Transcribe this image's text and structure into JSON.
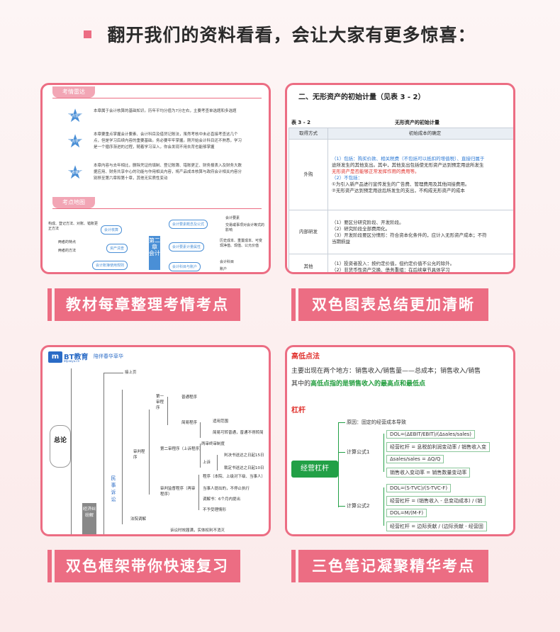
{
  "heading": "翻开我们的资料看看，会让大家有更多惊喜：",
  "labels": [
    "教材每章整理考情考点",
    "双色图表总结更加清晰",
    "双色框架带你快速复习",
    "三色笔记凝聚精华考点"
  ],
  "card1": {
    "tag1": "考情雷达",
    "tag2": "考点地图",
    "stars": [
      "考点雷达",
      "考点学习",
      "备考策略"
    ],
    "paras": [
      "本章属于会计核算的基础知识。历年平均分值为7分左右，主要考查单选题和多选题",
      "本章要重点掌握会计要素、会计科目及借贷记账法，虽然考核中未必直接考查这几个点，但是学习后续内容的重要基础。务必要牢牢掌握。刚开始会计科目还不熟悉，学习是一个循序渐进的过程，随着学习深入，你会发现不用去背也能够掌握",
      "本章内容与去年相比，删除凭证的填制、登记账簿、错账更正、财务报表入及财务大数据应用、财务共享中心的功能与作用相关内容，将产品成本核算与政府会计相关内容分别移至第六章和第十章，其他无实质性变动"
    ],
    "mm_left": [
      "构成、登记方法、对账、错账更正方法",
      "两者的特点",
      "两者的方法"
    ],
    "mm_box": [
      "会计核算",
      "资产清查",
      "会计账簿使用规则"
    ],
    "chapter": "第二章 会计",
    "mm_right_box": [
      "会计要素概念及公式",
      "会计要素计量属性",
      "会计科目与账户"
    ],
    "mm_right": [
      "会计要素",
      "交易或事项对会计等式的影响",
      "历史成本、重置成本、可变现净值、现值、公允价值",
      "会计科目",
      "账户"
    ]
  },
  "card2": {
    "title": "二、无形资产的初始计量（见表 3 - 2）",
    "table_id": "表 3 - 2",
    "table_name": "无形资产的初始计量",
    "headers": [
      "取得方式",
      "初始成本的确定"
    ],
    "rows": [
      {
        "type": "外购",
        "lines": [
          {
            "cls": "blue",
            "t": "（1）包括：购买价款、相关税费（不包括可以抵扣的增值税）、直接归属于"
          },
          {
            "cls": "",
            "t": "途所发生的其他支出。其中，其他支出包括使无形资产达到预定用途所发生"
          },
          {
            "cls": "red",
            "t": "无形资产是否能够正常发挥作用的费用等。"
          },
          {
            "cls": "blue",
            "t": "（2）不包括："
          },
          {
            "cls": "",
            "t": "①为引入新产品进行宣传发生的广告费、管理费用及其他间接费用。"
          },
          {
            "cls": "",
            "t": "②无形资产达到预定用途后所发生的支出，不构成无形资产的成本"
          }
        ]
      },
      {
        "type": "内部研发",
        "lines": [
          {
            "cls": "",
            "t": "（1）要区分研究阶段、开发阶段。"
          },
          {
            "cls": "",
            "t": "（2）研究阶段全部费用化。"
          },
          {
            "cls": "",
            "t": "（3）开发阶段要区分情形：符合资本化条件的，应计入无形资产成本；不符"
          },
          {
            "cls": "",
            "t": "当期损益"
          }
        ]
      },
      {
        "type": "其他",
        "lines": [
          {
            "cls": "",
            "t": "（1）投资者投入：按约定价值，但约定价值不公允的除外。"
          },
          {
            "cls": "",
            "t": "（2）非货币性资产交换、债务重组：在后续章节具体学习"
          }
        ]
      }
    ]
  },
  "card3": {
    "logo": "BT教育",
    "logo_sub": "btjiaoyu.cn",
    "slogan": "陪伴春华草华",
    "root": "总论",
    "mid": "经济纠纷解",
    "branch": "民事诉讼",
    "nodes": [
      "接上页",
      "第一审程序",
      "普通程序",
      "简易程序",
      "适用范围",
      "简易可转普通，普通不得转简",
      "审判程序",
      "第二审程序（上诉程序）",
      "两审终审制度",
      "上诉",
      "判决书送达之日起15日",
      "裁定书送达之日起10日",
      "审判监督程序（再审程序）",
      "程序（本院、上级对下级、当事人）",
      "当事人提出的，不停止执行",
      "调解书：6个月内提出",
      "不予受理情形",
      "法院调解",
      "诉讼时效届满，实体权利不消灭"
    ]
  },
  "card4": {
    "title1": "高低点法",
    "line1": "主要出现在两个地方：销售收入/销售量——总成本；销售收入/销售",
    "line2_pre": "其中的",
    "line2_hl": "高低点指的是销售收入的最高点和最低点",
    "title2": "杠杆",
    "big": "经营杠杆",
    "principle": "原因：固定的经营成本导致",
    "calc1": "计算公式1",
    "calc2": "计算公式2",
    "f1": [
      "DOL=(ΔEBIT/EBIT)/(Δsales/sales)",
      "经营杠杆 = 息税前利润变动率 / 销售收入变",
      "Δsales/sales = ΔQ/Q",
      "销售收入变动率 = 销售数量变动率"
    ],
    "f2": [
      "DOL=(S-TVC)/(S-TVC-F)",
      "经营杠杆 = (销售收入 - 总变动成本) / (销",
      "DOL=M/(M-F)",
      "经营杠杆 = 边际贡献 / (边际贡献 - 经营固"
    ]
  }
}
